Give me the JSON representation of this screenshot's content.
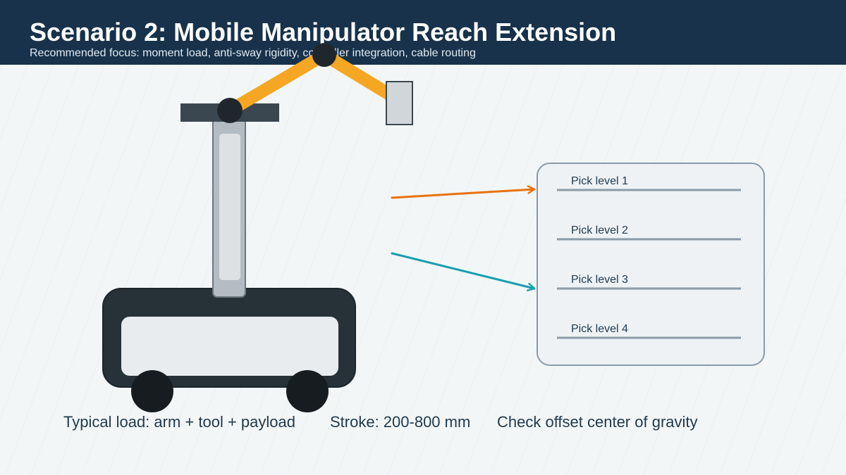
{
  "header": {
    "title": "Scenario 2: Mobile Manipulator Reach Extension",
    "subtitle": "Recommended focus: moment load, anti-sway rigidity, controller integration, cable routing"
  },
  "shelf": {
    "levels": [
      {
        "label": "Pick level 1"
      },
      {
        "label": "Pick level 2"
      },
      {
        "label": "Pick level 3"
      },
      {
        "label": "Pick level 4"
      }
    ]
  },
  "footer": {
    "notes": [
      "Typical load: arm + tool + payload",
      "Stroke: 200-800 mm",
      "Check offset center of gravity"
    ]
  },
  "colors": {
    "header_bg": "#17324a",
    "arm": "#f5a623",
    "reach_arrow_upper": "#e8730c",
    "reach_arrow_lower": "#1a9fb0",
    "shelf_line": "#8a9aa8",
    "base_dark": "#263238"
  },
  "icons": [
    "mobile-base-icon",
    "wheel-icon",
    "lift-column-icon",
    "robot-arm-icon",
    "gripper-icon",
    "reach-arrow-icon",
    "shelf-icon"
  ]
}
